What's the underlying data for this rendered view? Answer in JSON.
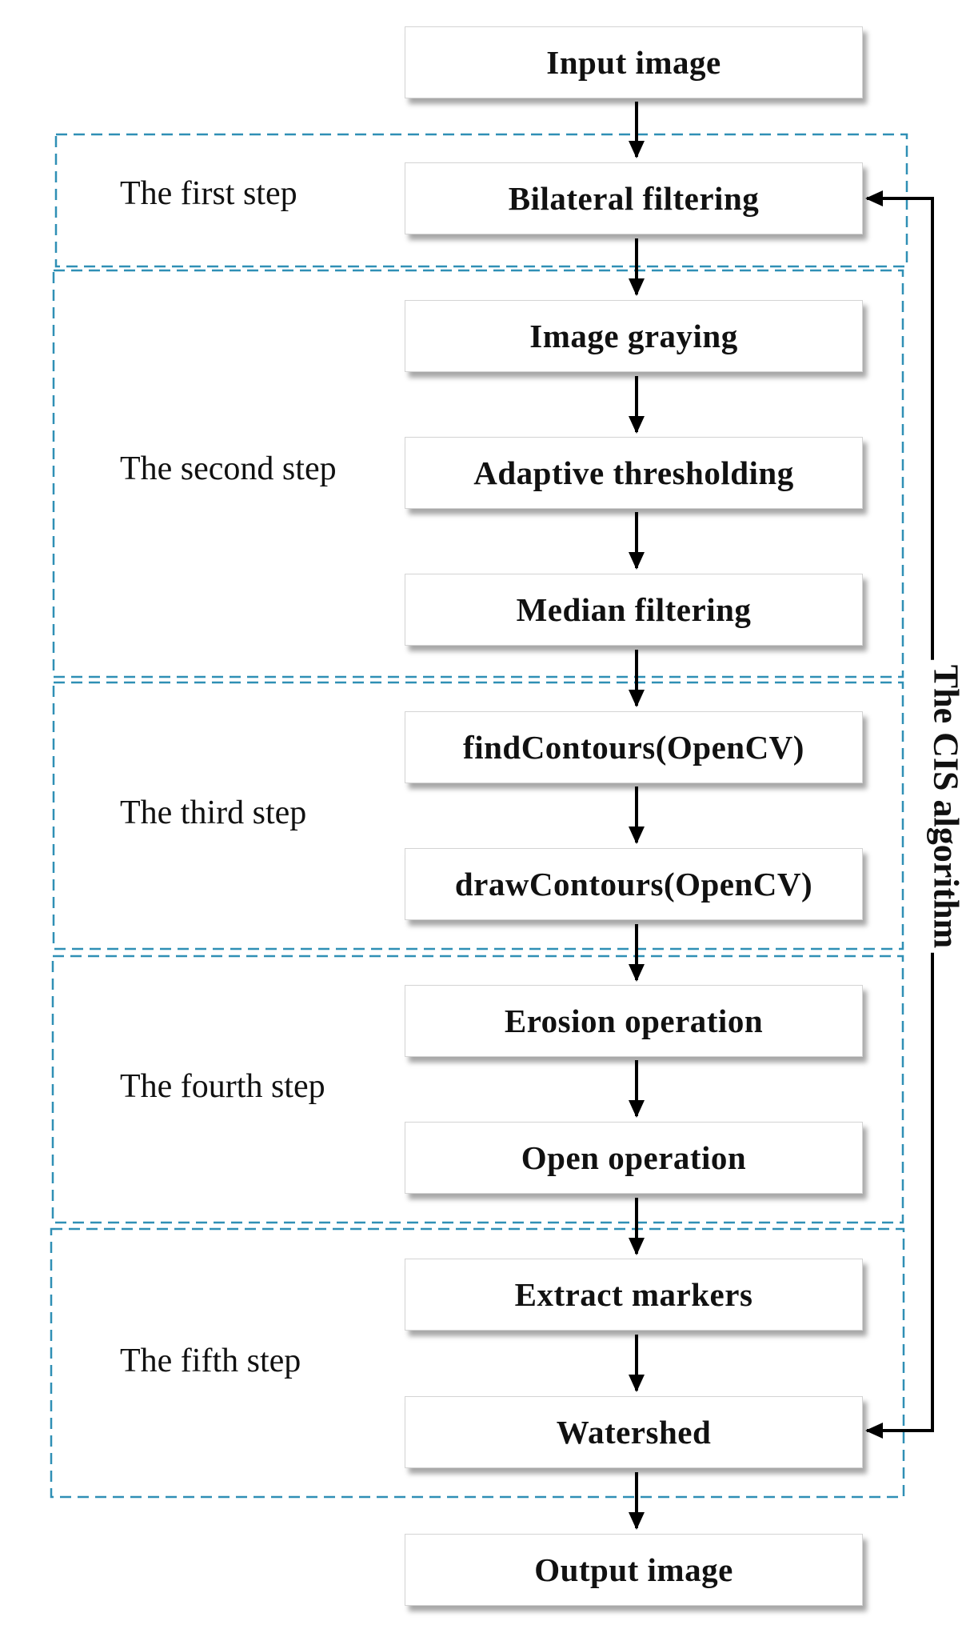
{
  "boxes": {
    "input_image": "Input image",
    "bilateral_filtering": "Bilateral filtering",
    "image_graying": "Image graying",
    "adaptive_thresholding": "Adaptive thresholding",
    "median_filtering": "Median filtering",
    "find_contours": "findContours(OpenCV)",
    "draw_contours": "drawContours(OpenCV)",
    "erosion_operation": "Erosion operation",
    "open_operation": "Open operation",
    "extract_markers": "Extract markers",
    "watershed": "Watershed",
    "output_image": "Output image"
  },
  "steps": {
    "first": "The first step",
    "second": "The second step",
    "third": "The third step",
    "fourth": "The fourth step",
    "fifth": "The fifth step"
  },
  "loop_label": "The CIS algorithm",
  "colors": {
    "group_border": "#2f8fb5",
    "arrow": "#000000",
    "text": "#111111"
  }
}
